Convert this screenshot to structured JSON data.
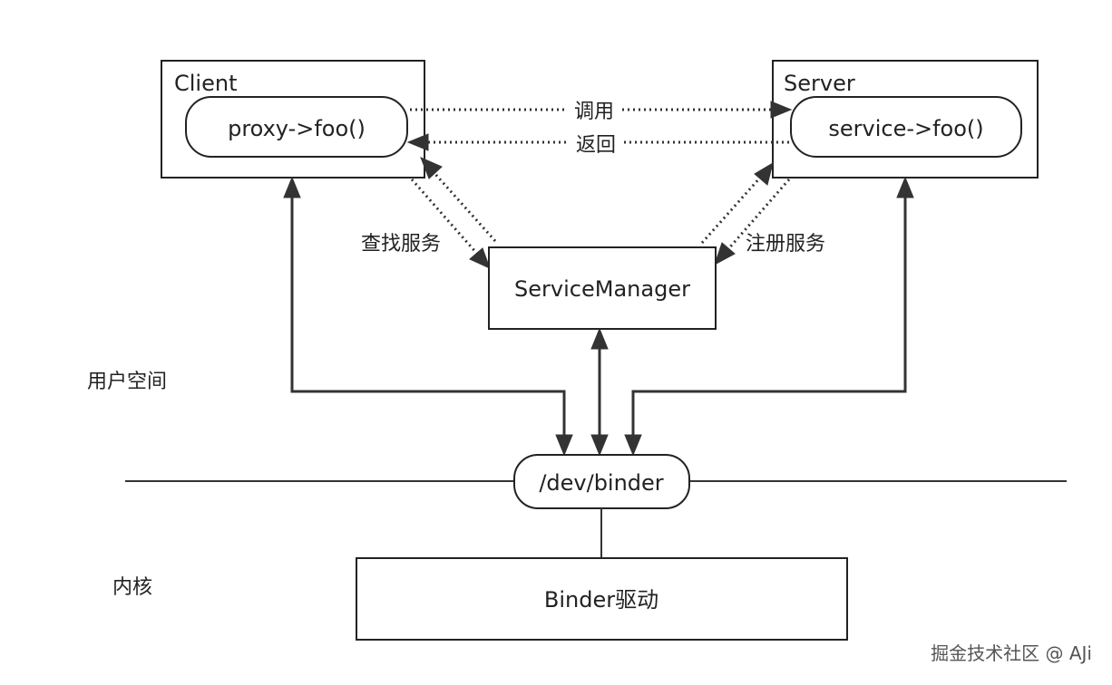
{
  "nodes": {
    "client": {
      "title": "Client",
      "method": "proxy->foo()"
    },
    "server": {
      "title": "Server",
      "method": "service->foo()"
    },
    "service_manager": {
      "label": "ServiceManager"
    },
    "dev_binder": {
      "label": "/dev/binder"
    },
    "binder_driver": {
      "label": "Binder驱动"
    }
  },
  "edges": {
    "call": "调用",
    "return": "返回",
    "lookup_service": "查找服务",
    "register_service": "注册服务"
  },
  "zones": {
    "user_space": "用户空间",
    "kernel": "内核"
  },
  "watermark": "掘金技术社区 @ AJi"
}
